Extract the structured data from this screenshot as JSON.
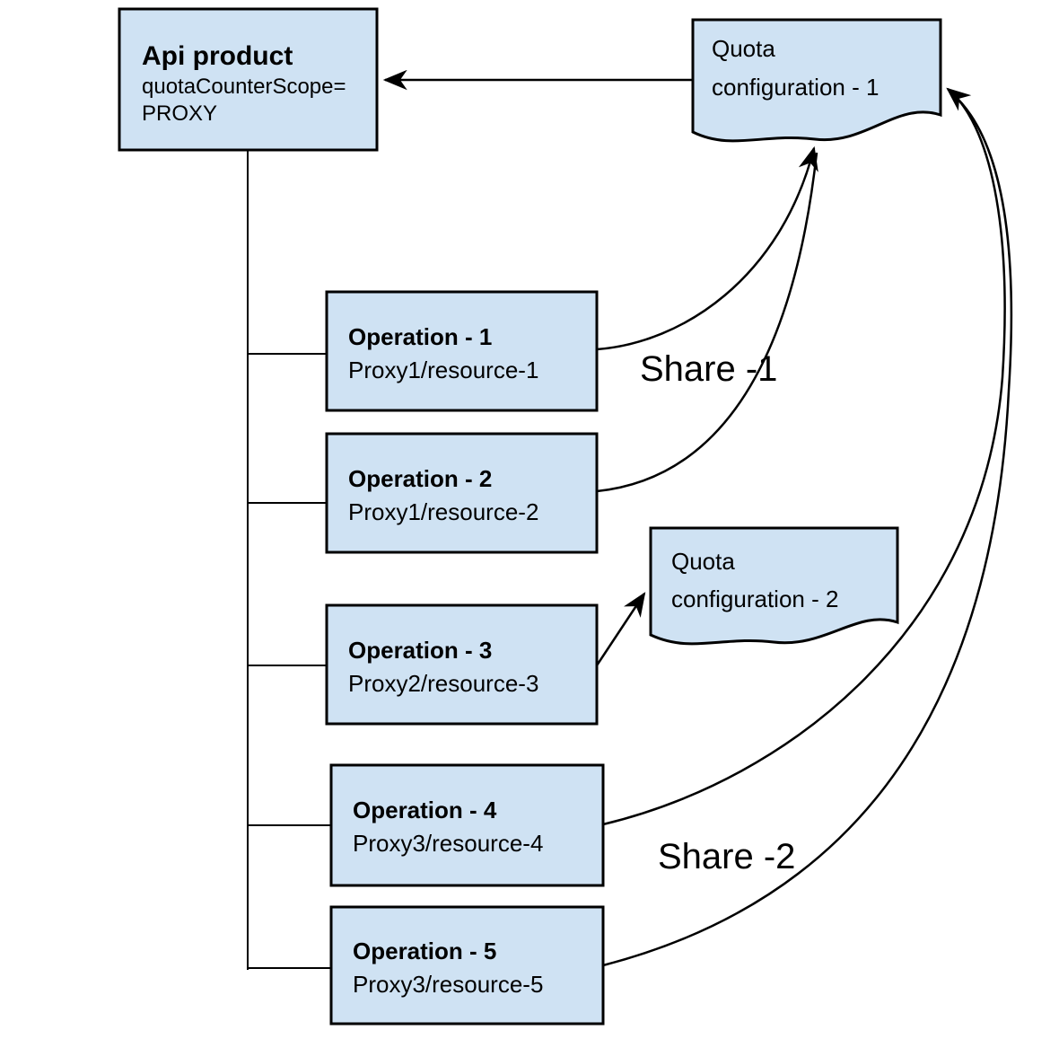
{
  "diagram": {
    "api_product": {
      "title": "Api product",
      "subtitle_line1": "quotaCounterScope=",
      "subtitle_line2": "PROXY"
    },
    "quota_config_1": {
      "line1": "Quota",
      "line2": "configuration - 1"
    },
    "quota_config_2": {
      "line1": "Quota",
      "line2": "configuration - 2"
    },
    "operations": [
      {
        "title": "Operation - 1",
        "resource": "Proxy1/resource-1"
      },
      {
        "title": "Operation - 2",
        "resource": "Proxy1/resource-2"
      },
      {
        "title": "Operation - 3",
        "resource": "Proxy2/resource-3"
      },
      {
        "title": "Operation - 4",
        "resource": "Proxy3/resource-4"
      },
      {
        "title": "Operation - 5",
        "resource": "Proxy3/resource-5"
      }
    ],
    "labels": {
      "share_1": "Share -1",
      "share_2": "Share -2"
    },
    "colors": {
      "node_fill": "#cfe2f3",
      "stroke": "#000000",
      "background": "#ffffff"
    }
  }
}
